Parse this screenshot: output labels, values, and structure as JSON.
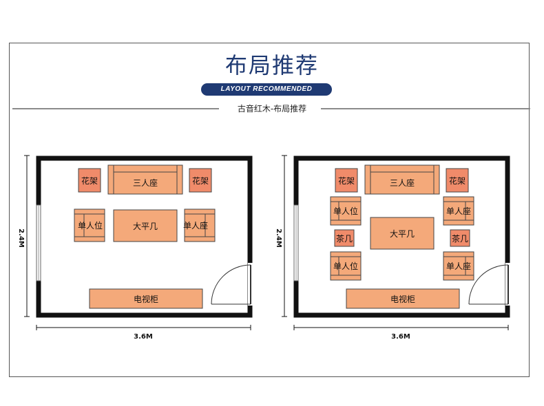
{
  "header": {
    "title": "布局推荐",
    "badge": "LAYOUT RECOMMENDED",
    "subtitle": "古音红木-布局推荐"
  },
  "colors": {
    "furniture": "#f4a97a",
    "accent_item": "#f08b6a",
    "wall": "#111111",
    "brand": "#1f3a73"
  },
  "layouts": [
    {
      "height_label": "2.4M",
      "width_label": "3.6M",
      "items": {
        "flower_left": "花架",
        "sofa_three": "三人座",
        "flower_right": "花架",
        "single_left": "单人位",
        "coffee_table": "大平几",
        "single_right": "单人座",
        "tv_cabinet": "电视柜"
      }
    },
    {
      "height_label": "2.4M",
      "width_label": "3.6M",
      "items": {
        "flower_left": "花架",
        "sofa_three": "三人座",
        "flower_right": "花架",
        "single_left_top": "单人位",
        "tea_left": "茶几",
        "single_left_bottom": "单人位",
        "coffee_table": "大平几",
        "single_right_top": "单人座",
        "tea_right": "茶几",
        "single_right_bottom": "单人座",
        "tv_cabinet": "电视柜"
      }
    }
  ]
}
